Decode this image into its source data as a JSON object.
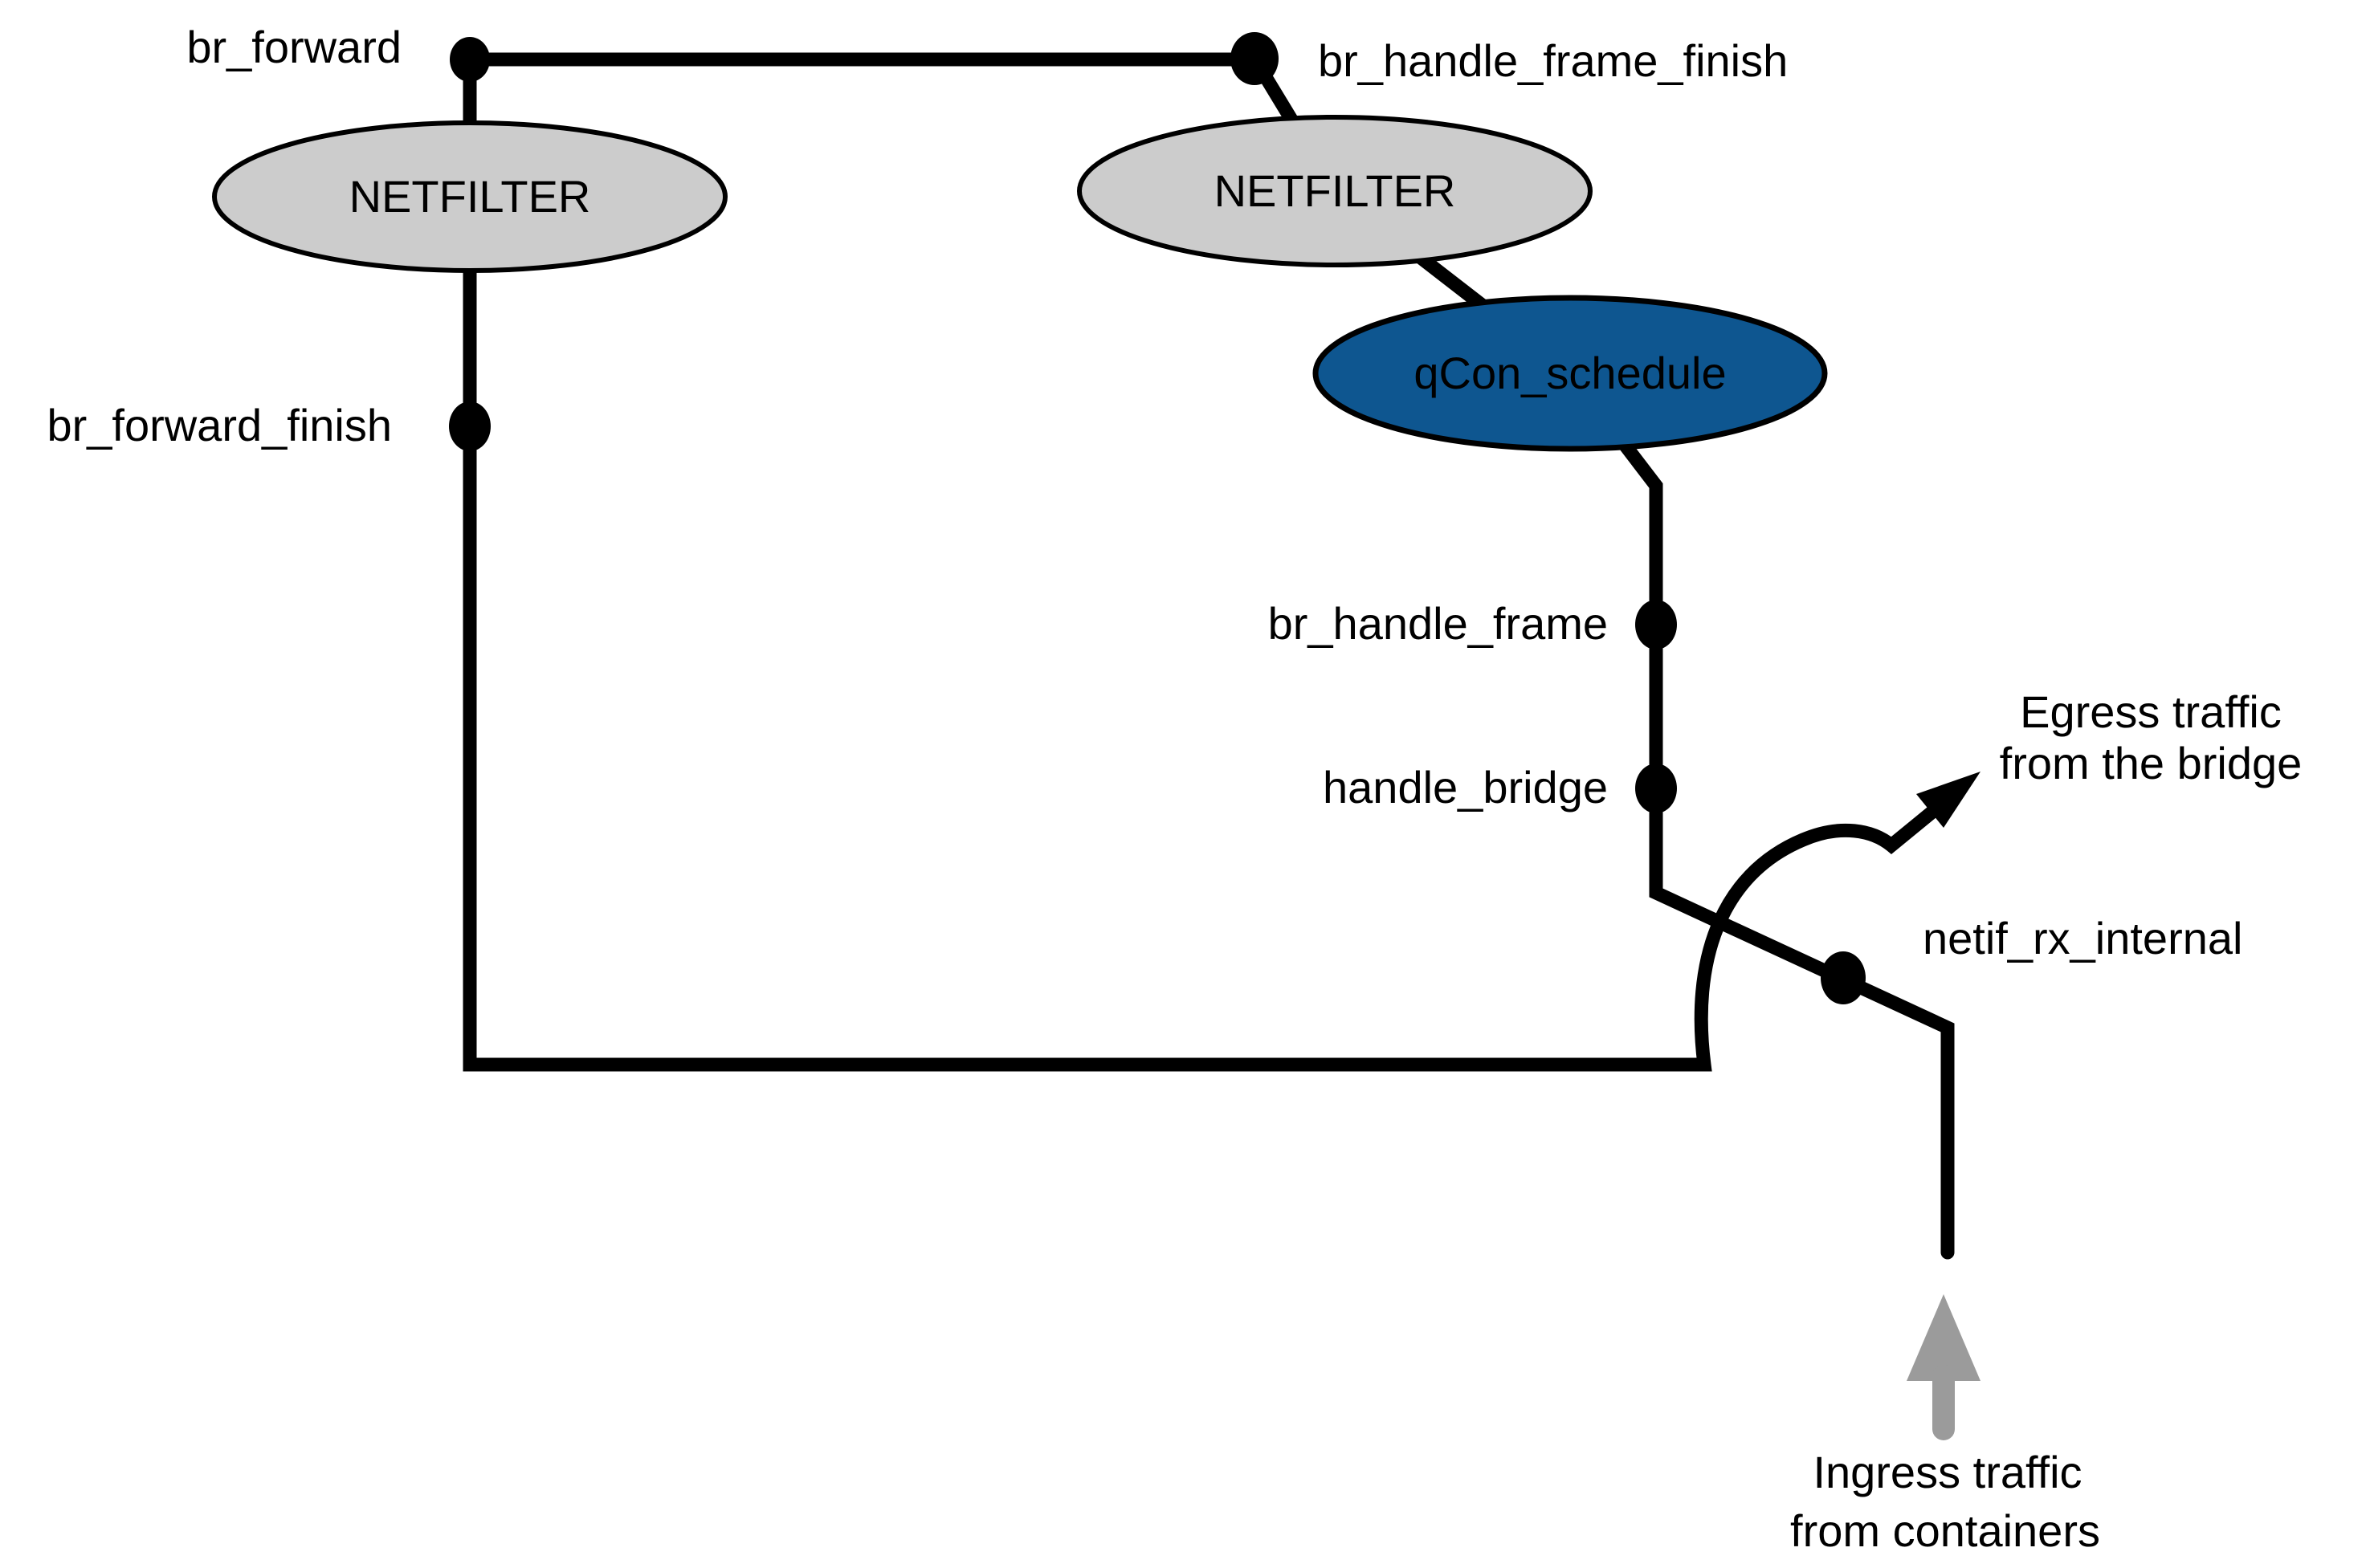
{
  "diagram": {
    "description": "Linux bridge packet flow diagram with netfilter hooks",
    "hook_points": {
      "br_forward": {
        "label": "br_forward"
      },
      "br_handle_frame_finish": {
        "label": "br_handle_frame_finish"
      },
      "br_forward_finish": {
        "label": "br_forward_finish"
      },
      "br_handle_frame": {
        "label": "br_handle_frame"
      },
      "handle_bridge": {
        "label": "handle_bridge"
      },
      "netif_rx_internal": {
        "label": "netif_rx_internal"
      }
    },
    "nodes": {
      "netfilter_left": {
        "label": "NETFILTER"
      },
      "netfilter_right": {
        "label": "NETFILTER"
      },
      "qcon_schedule": {
        "label": "qCon_schedule"
      }
    },
    "annotations": {
      "egress_line1": "Egress traffic",
      "egress_line2": "from the bridge",
      "ingress_line1": "Ingress traffic",
      "ingress_line2": "from containers"
    },
    "colors": {
      "netfilter_fill": "#cccccc",
      "qcon_fill": "#0e5690",
      "qcon_text": "#ffffff",
      "edge": "#000000",
      "ingress_arrow": "#9b9b9b"
    }
  }
}
